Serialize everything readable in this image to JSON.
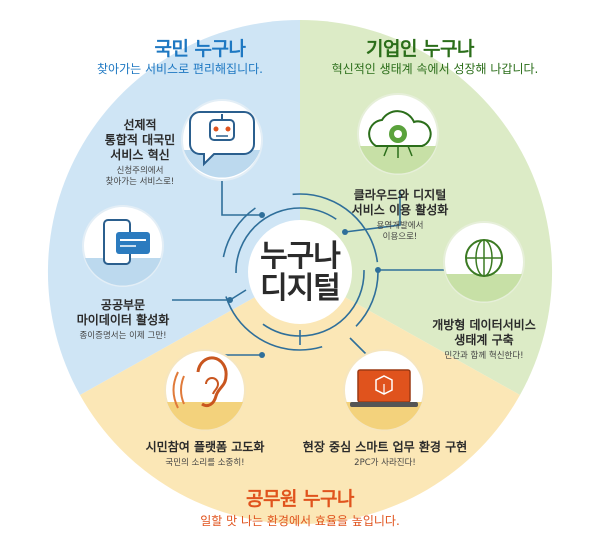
{
  "colors": {
    "citizen": "#1e78c2",
    "enterprise": "#2b6e1a",
    "official": "#e0531d",
    "citizen_bg": "#cfe5f5",
    "enterprise_bg": "#dcebc6",
    "official_bg": "#fbe7b6"
  },
  "sections": {
    "citizen": {
      "title": "국민 누구나",
      "subtitle": "찾아가는 서비스로 편리해집니다."
    },
    "enterprise": {
      "title": "기업인 누구나",
      "subtitle": "혁신적인 생태계 속에서 성장해 나갑니다."
    },
    "official": {
      "title": "공무원 누구나",
      "subtitle": "일할 맛 나는 환경에서 효율을 높입니다."
    }
  },
  "center": {
    "line1": "누구나",
    "line2": "디지털"
  },
  "items": [
    {
      "icon": "robot-chat-icon",
      "title_lines": [
        "선제적",
        "통합적 대국민",
        "서비스 혁신"
      ],
      "sub_lines": [
        "신청주의에서",
        "찾아가는 서비스로!"
      ]
    },
    {
      "icon": "mobile-card-icon",
      "title_lines": [
        "공공부문",
        "마이데이터 활성화"
      ],
      "sub_lines": [
        "종이증명서는 이제 그만!"
      ]
    },
    {
      "icon": "cloud-gear-icon",
      "title_lines": [
        "클라우드와 디지털",
        "서비스 이용 활성화"
      ],
      "sub_lines": [
        "용역개발에서",
        "이용으로!"
      ]
    },
    {
      "icon": "globe-network-icon",
      "title_lines": [
        "개방형 데이터서비스",
        "생태계 구축"
      ],
      "sub_lines": [
        "민간과 함께 혁신한다!"
      ]
    },
    {
      "icon": "ear-icon",
      "title_lines": [
        "시민참여 플랫폼 고도화"
      ],
      "sub_lines": [
        "국민의 소리를 소중히!"
      ]
    },
    {
      "icon": "laptop-box-icon",
      "title_lines": [
        "현장 중심 스마트 업무 환경 구현"
      ],
      "sub_lines": [
        "2PC가 사라진다!"
      ]
    }
  ]
}
